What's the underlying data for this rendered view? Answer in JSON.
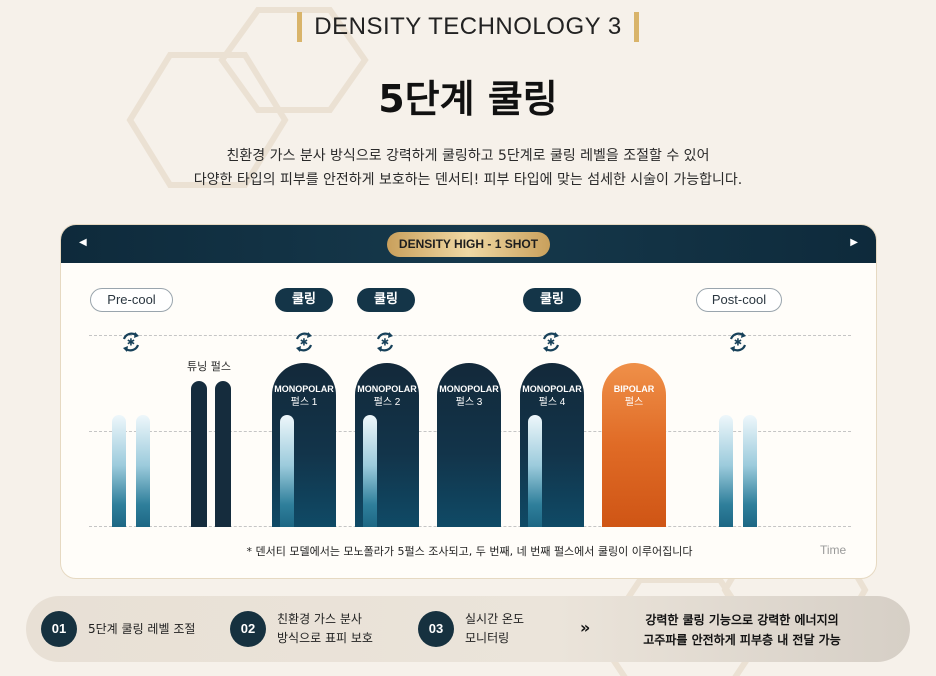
{
  "header": {
    "tag": "DENSITY TECHNOLOGY 3",
    "title": "5단계 쿨링"
  },
  "description": {
    "line1": "친환경 가스 분사 방식으로 강력하게 쿨링하고 5단계로 쿨링 레벨을 조절할 수 있어",
    "line2": "다양한 타입의 피부를 안전하게 보호하는 덴서티! 피부 타입에 맞는 섬세한 시술이 가능합니다."
  },
  "panel": {
    "pill": "DENSITY HIGH - 1 SHOT",
    "phases": [
      "Pre-cool",
      "쿨링",
      "쿨링",
      "쿨링",
      "Post-cool"
    ],
    "tuning_label": "튜닝 펄스",
    "pulses": [
      {
        "type": "MONOPOLAR",
        "label": "펄스 1"
      },
      {
        "type": "MONOPOLAR",
        "label": "펄스 2"
      },
      {
        "type": "MONOPOLAR",
        "label": "펄스 3"
      },
      {
        "type": "MONOPOLAR",
        "label": "펄스 4"
      },
      {
        "type": "BIPOLAR",
        "label": "펄스"
      }
    ],
    "footnote": "* 덴서티 모델에서는 모노폴라가 5펄스 조사되고, 두 번째, 네 번째 펄스에서 쿨링이 이루어집니다",
    "time_label": "Time",
    "colors": {
      "dark": "#13293a",
      "bipolar": "#e06b26",
      "accent": "#d9b46a"
    }
  },
  "steps": [
    {
      "num": "01",
      "text1": "5단계 쿨링 레벨 조절",
      "text2": ""
    },
    {
      "num": "02",
      "text1": "친환경 가스 분사",
      "text2": "방식으로 표피 보호"
    },
    {
      "num": "03",
      "text1": "실시간 온도",
      "text2": "모니터링"
    }
  ],
  "chevron": "»",
  "result": {
    "line1": "강력한 쿨링 기능으로 강력한 에너지의",
    "line2": "고주파를 안전하게 피부층 내 전달 가능"
  }
}
